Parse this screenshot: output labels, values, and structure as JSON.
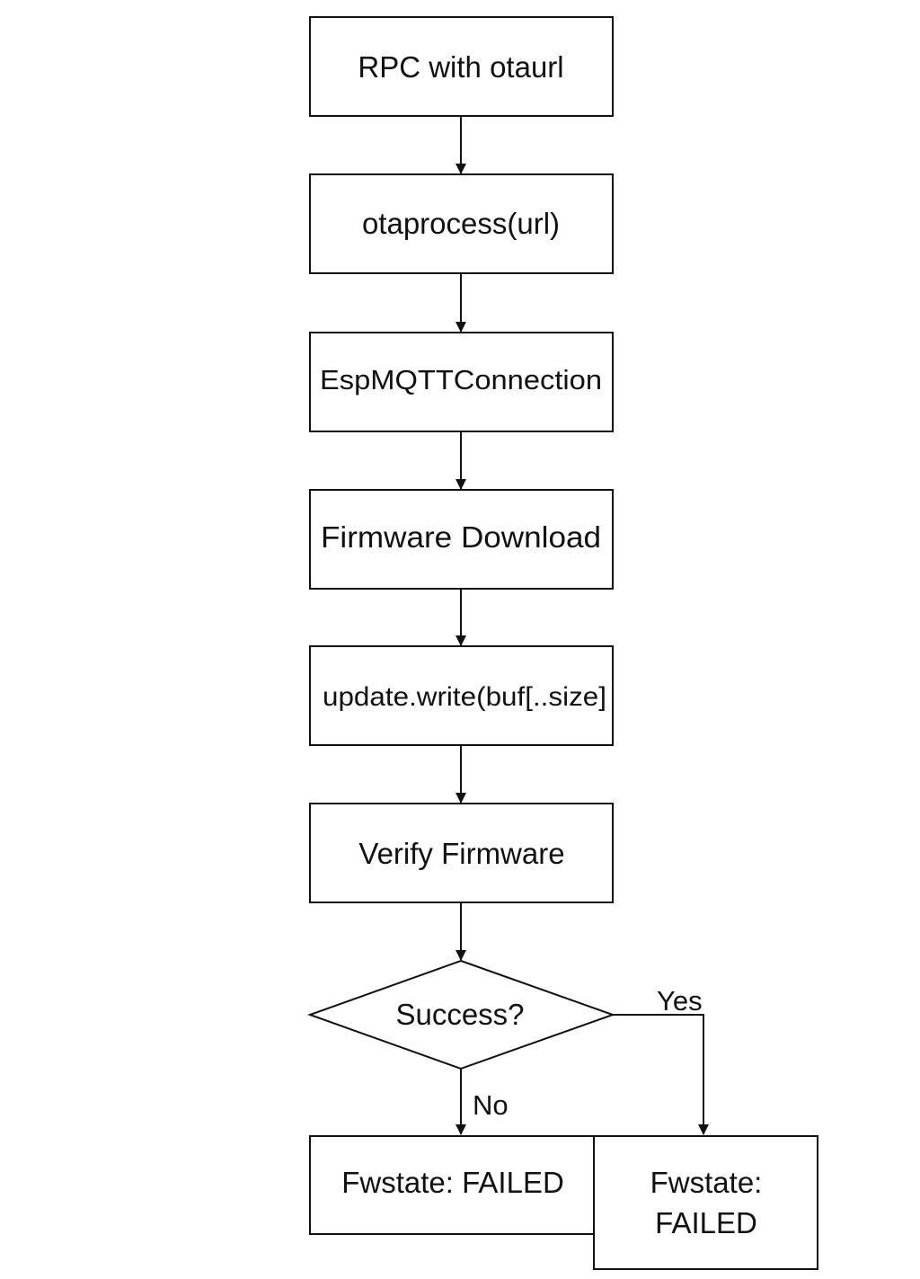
{
  "flowchart": {
    "steps": [
      {
        "label": "RPC with otaurl"
      },
      {
        "label": "otaprocess(url)"
      },
      {
        "label": "EspMQTTConnection"
      },
      {
        "label": "Firmware Download"
      },
      {
        "label": "update.write(buf[..size]"
      },
      {
        "label": "Verify Firmware"
      }
    ],
    "decision": {
      "label": "Success?"
    },
    "edges": {
      "yes_label": "Yes",
      "no_label": "No"
    },
    "outcomes": {
      "left": {
        "label": "Fwstate: FAILED"
      },
      "right": {
        "line1": "Fwstate:",
        "line2": "FAILED"
      }
    }
  }
}
